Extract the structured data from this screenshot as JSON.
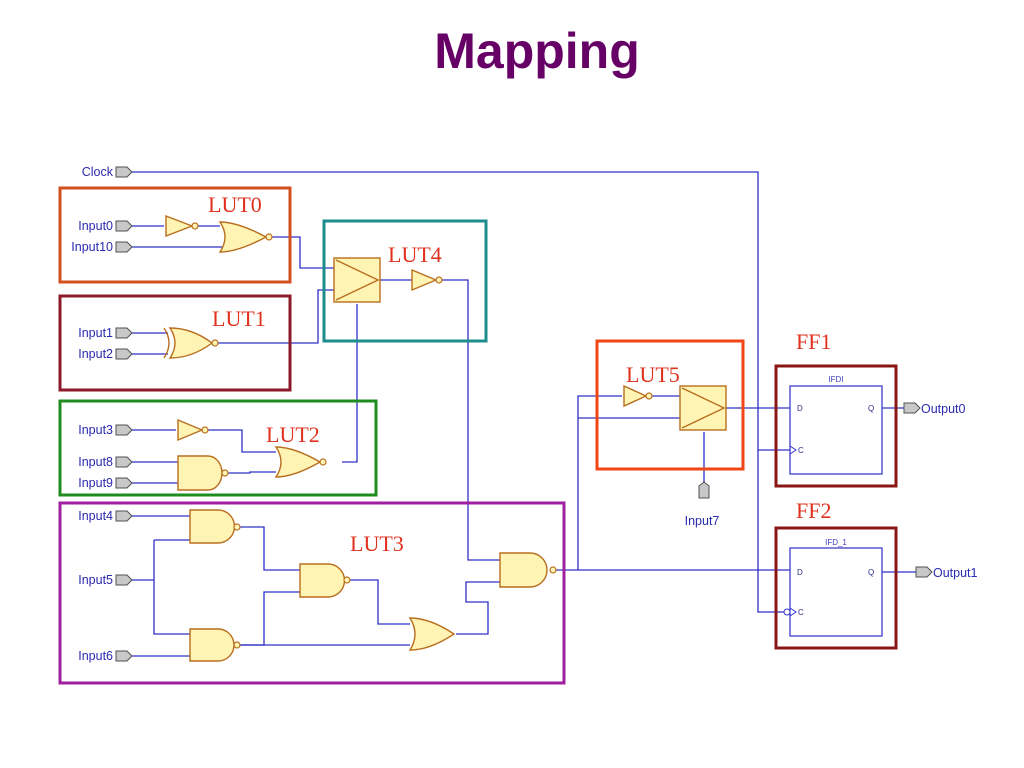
{
  "title": "Mapping",
  "inputs": {
    "clock": "Clock",
    "input0": "Input0",
    "input10": "Input10",
    "input1": "Input1",
    "input2": "Input2",
    "input3": "Input3",
    "input8": "Input8",
    "input9": "Input9",
    "input4": "Input4",
    "input5": "Input5",
    "input6": "Input6",
    "input7": "Input7"
  },
  "outputs": {
    "output0": "Output0",
    "output1": "Output1"
  },
  "blocks": {
    "lut0": {
      "label": "LUT0",
      "color": "#d2501e"
    },
    "lut1": {
      "label": "LUT1",
      "color": "#8b1a2a"
    },
    "lut2": {
      "label": "LUT2",
      "color": "#1e8c1e"
    },
    "lut3": {
      "label": "LUT3",
      "color": "#a020a0"
    },
    "lut4": {
      "label": "LUT4",
      "color": "#1e8c8c"
    },
    "lut5": {
      "label": "LUT5",
      "color": "#f04614"
    },
    "ff1": {
      "label": "FF1",
      "color": "#8b1414",
      "cell": "IFDI"
    },
    "ff2": {
      "label": "FF2",
      "color": "#8b1414",
      "cell": "IFD_1"
    }
  },
  "pins": {
    "d": "D",
    "q": "Q",
    "c": "C"
  }
}
